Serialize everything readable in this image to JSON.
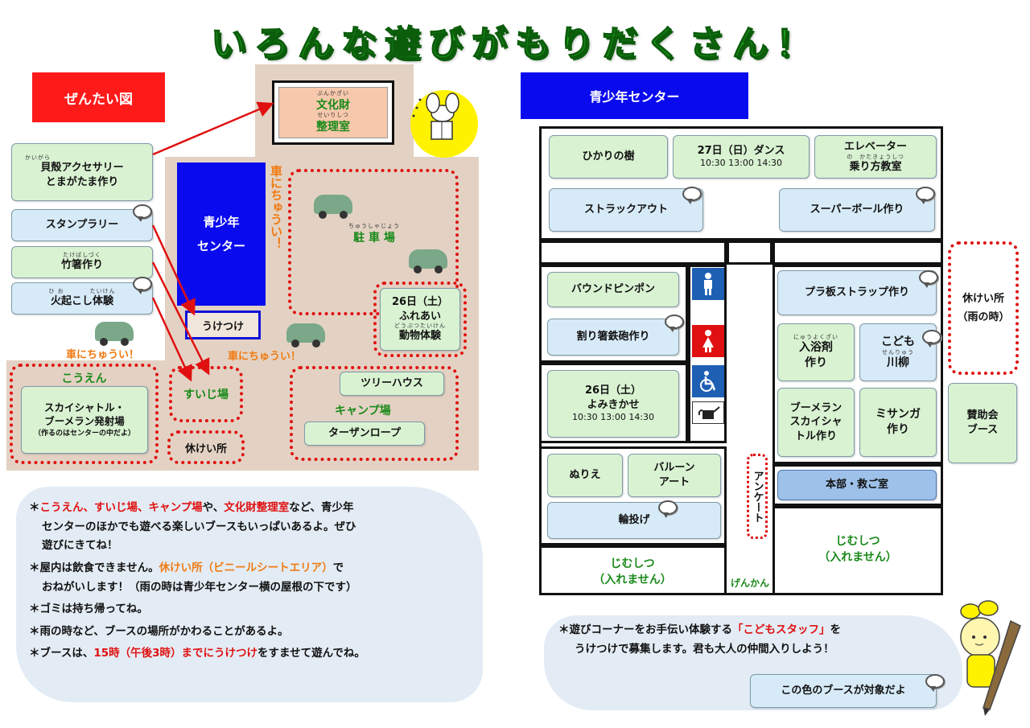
{
  "title": "いろんな遊びがもりだくさん！",
  "left": {
    "header": "ぜんたい図",
    "bunkazai_ruby": "ぶんかざい",
    "bunkazai": "文化財",
    "seirishitsu_ruby": "せいりしつ",
    "seirishitsu": "整理室",
    "kaigara_ruby": "かいがら",
    "kaigara_line1": "貝殻アクセサリー",
    "kaigara_line2": "とまがたま作り",
    "stamp": "スタンプラリー",
    "takebashi_ruby": "たけばしづく",
    "takebashi": "竹箸作り",
    "hiokoshi_ruby": "ひ お　　　　たいけん",
    "hiokoshi": "火起こし体験",
    "center_line1": "青少年",
    "center_line2": "センター",
    "uketsuke": "うけつけ",
    "car_warning_vertical": "車にちゅうい！",
    "car_warning1": "車にちゅうい！",
    "car_warning2": "車にちゅうい！",
    "parking_ruby": "ちゅうしゃじょう",
    "parking": "駐 車 場",
    "fureai_line1": "26日（土）",
    "fureai_line2": "ふれあい",
    "fureai_ruby": "どうぶつたいけん",
    "fureai_line3": "動物体験",
    "park_label": "こうえん",
    "park_line1": "スカイシャトル・",
    "park_line2": "ブーメラン発射場",
    "park_note": "（作るのはセンターの中だよ）",
    "suijo": "すいじ場",
    "rest": "休けい所",
    "treehouse": "ツリーハウス",
    "camp": "キャンプ場",
    "tarzan": "ターザンロープ"
  },
  "notes": {
    "line1_a": "＊",
    "line1_red": "こうえん、すいじ場、キャンプ場",
    "line1_b": "や、",
    "line1_red2": "文化財整理室",
    "line1_c": "など、青少年",
    "line2": "センターのほかでも遊べる楽しいブースもいっぱいあるよ。ぜひ",
    "line3": "遊びにきてね！",
    "line4_a": "＊屋内は飲食できません。",
    "line4_red": "休けい所（ビニールシートエリア）",
    "line4_b": "で",
    "line5": "おねがいします！（雨の時は青少年センター横の屋根の下です）",
    "line6": "＊ゴミは持ち帰ってね。",
    "line7": "＊雨の時など、ブースの場所がかわることがあるよ。",
    "line8_a": "＊ブースは、",
    "line8_red": "15時（午後3時）までにうけつけ",
    "line8_b": "をすませて遊んでね。"
  },
  "right": {
    "header": "青少年センター",
    "hikari": "ひかりの樹",
    "dance_line1": "27日（日）ダンス",
    "dance_line2": "10:30 13:00 14:30",
    "elevator_line1": "エレベーター",
    "elevator_ruby": "の　かたきょうしつ",
    "elevator_line2": "乗り方教室",
    "strike": "ストラックアウト",
    "superball": "スーパーボール作り",
    "bound": "バウンドピンポン",
    "waribashi": "割り箸鉄砲作り",
    "yomikikase_line1": "26日（土）",
    "yomikikase_line2": "よみきかせ",
    "yomikikase_line3": "10:30 13:00 14:30",
    "pla_strap": "プラ板ストラップ作り",
    "nyuyoku_ruby": "にゅうよくざい",
    "nyuyoku_line1": "入浴剤",
    "nyuyoku_line2": "作り",
    "kodomo_line1": "こども",
    "kodomo_ruby": "せんりゅう",
    "kodomo_line2": "川柳",
    "boomerang_line1": "ブーメラン",
    "boomerang_line2": "スカイシャ",
    "boomerang_line3": "トル作り",
    "misanga_line1": "ミサンガ",
    "misanga_line2": "作り",
    "nurie": "ぬりえ",
    "balloon_line1": "バルーン",
    "balloon_line2": "アート",
    "wanage": "輪投げ",
    "enquete": "アンケート",
    "honbu": "本部・救ご室",
    "jimushitsu": "じむしつ",
    "jimushitsu_note": "（入れません）",
    "genkan": "げんかん",
    "rest_line1": "休けい所",
    "rest_line2": "（雨の時）",
    "sanjokai_line1": "賛助会",
    "sanjokai_line2": "ブース"
  },
  "staff": {
    "line1_a": "＊遊びコーナーをお手伝い体験する",
    "line1_red": "「こどもスタッフ」",
    "line1_b": "を",
    "line2": "うけつけで募集します。君も大人の仲間入りしよう！",
    "legend": "この色のブースが対象だよ"
  },
  "colors": {
    "title_green": "#1fa31f",
    "header_red": "#ff1a1a",
    "header_blue": "#0a0aee",
    "booth_green": "#d9f2d2",
    "booth_blue": "#d7eaf7",
    "area_tan": "#e3d2c3"
  }
}
